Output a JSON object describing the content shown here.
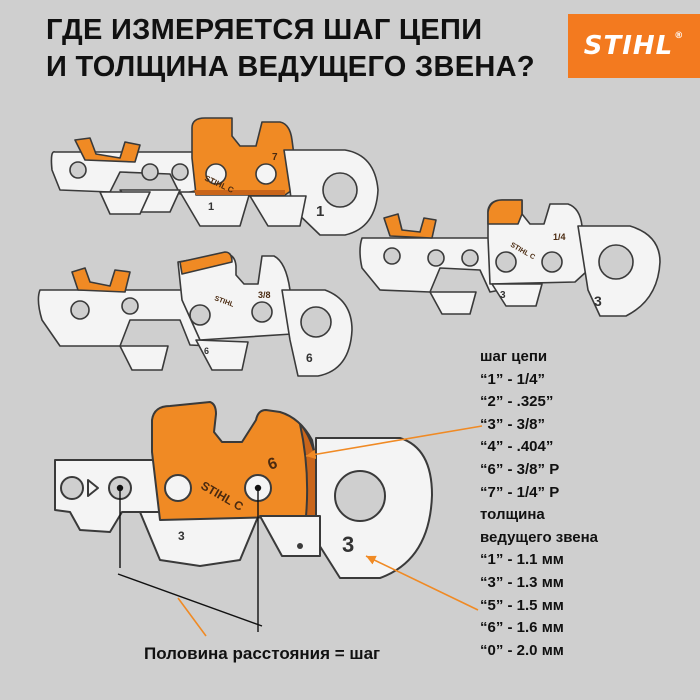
{
  "title": {
    "line1": "ГДЕ ИЗМЕРЯЕТСЯ ШАГ ЦЕПИ",
    "line2": "И ТОЛЩИНА ВЕДУЩЕГО ЗВЕНА?"
  },
  "logo": {
    "text": "STIHL",
    "mark": "®"
  },
  "chains": {
    "chain_1": {
      "cutter_stamp": "STIHL C",
      "cutter_code": "7",
      "drive_link_mark": "1",
      "tie_mark": "1"
    },
    "chain_2": {
      "cutter_stamp": "STIHL",
      "cutter_code": "3/8",
      "drive_link_mark": "6",
      "tie_mark": "6"
    },
    "chain_3": {
      "cutter_stamp": "STIHL C",
      "cutter_code": "1/4",
      "drive_link_mark": "3",
      "tie_mark": "3"
    },
    "chain_big": {
      "cutter_stamp": "STIHL C",
      "cutter_code": "6",
      "drive_link_mark": "3",
      "tie_mark": "3"
    }
  },
  "legend": {
    "pitch_heading": "шаг цепи",
    "pitch": [
      "“1” - 1/4”",
      "“2” - .325”",
      "“3” - 3/8”",
      "“4” - .404”",
      "“6” - 3/8” P",
      "“7” - 1/4” P"
    ],
    "gauge_heading_1": "толщина",
    "gauge_heading_2": "ведущего звена",
    "gauge": [
      "“1” - 1.1 мм",
      "“3” - 1.3 мм",
      "“5” - 1.5 мм",
      "“6” - 1.6 мм",
      "“0” - 2.0 мм"
    ]
  },
  "caption": "Половина расстояния = шаг",
  "colors": {
    "background": "#cfcfcf",
    "cutter_orange": "#f08a24",
    "cutter_dark": "#c9651a",
    "metal": "#f4f4f4",
    "outline": "#3a3a3a",
    "accent": "#f37a1f"
  }
}
